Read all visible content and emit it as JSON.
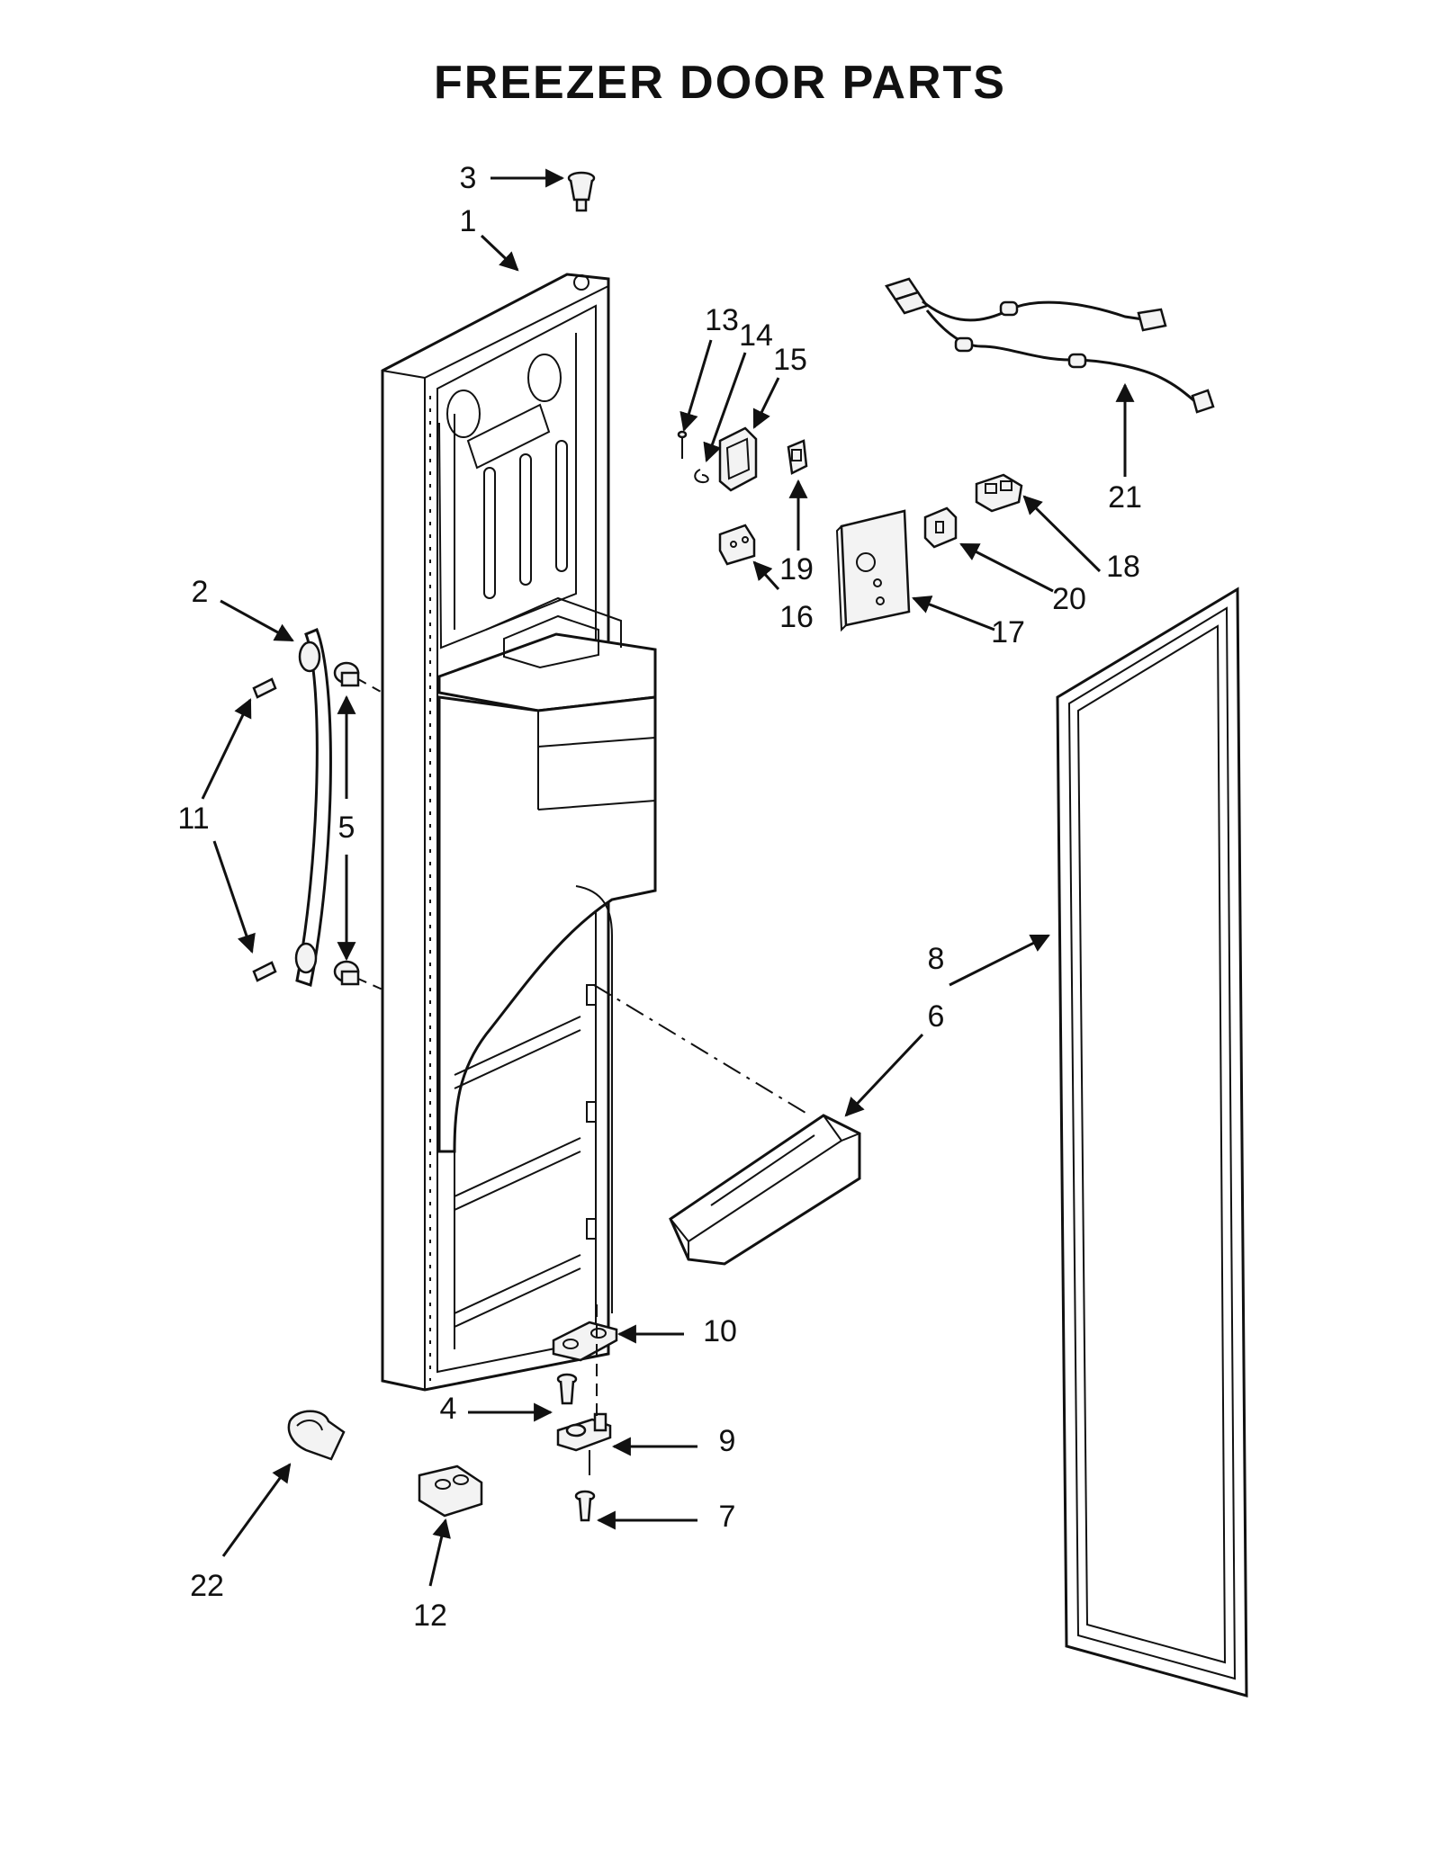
{
  "title": "FREEZER DOOR PARTS",
  "callouts": [
    {
      "id": "1",
      "text": "1"
    },
    {
      "id": "2",
      "text": "2"
    },
    {
      "id": "3",
      "text": "3"
    },
    {
      "id": "4",
      "text": "4"
    },
    {
      "id": "5",
      "text": "5"
    },
    {
      "id": "6",
      "text": "6"
    },
    {
      "id": "7",
      "text": "7"
    },
    {
      "id": "8",
      "text": "8"
    },
    {
      "id": "9",
      "text": "9"
    },
    {
      "id": "10",
      "text": "10"
    },
    {
      "id": "11",
      "text": "11"
    },
    {
      "id": "12",
      "text": "12"
    },
    {
      "id": "13",
      "text": "13"
    },
    {
      "id": "14",
      "text": "14"
    },
    {
      "id": "15",
      "text": "15"
    },
    {
      "id": "16",
      "text": "16"
    },
    {
      "id": "17",
      "text": "17"
    },
    {
      "id": "18",
      "text": "18"
    },
    {
      "id": "19",
      "text": "19"
    },
    {
      "id": "20",
      "text": "20"
    },
    {
      "id": "21",
      "text": "21"
    },
    {
      "id": "22",
      "text": "22"
    }
  ]
}
